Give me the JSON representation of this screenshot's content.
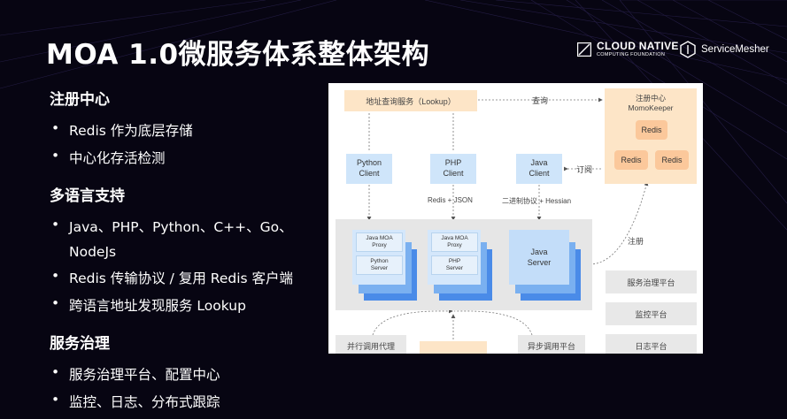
{
  "title": "MOA 1.0微服务体系整体架构",
  "logos": {
    "cncf_line1": "CLOUD NATIVE",
    "cncf_line2": "COMPUTING FOUNDATION",
    "servicemesher": "ServiceMesher"
  },
  "sections": [
    {
      "heading": "注册中心",
      "items": [
        "Redis 作为底层存储",
        "中心化存活检测"
      ]
    },
    {
      "heading": "多语言支持",
      "items": [
        "Java、PHP、Python、C++、Go、",
        "NodeJs",
        "Redis 传输协议 / 复用 Redis 客户端",
        "跨语言地址发现服务 Lookup"
      ]
    },
    {
      "heading": "服务治理",
      "items": [
        "服务治理平台、配置中心",
        "监控、日志、分布式跟踪"
      ]
    }
  ],
  "diagram": {
    "lookup": "地址查询服务（Lookup）",
    "query": "查询",
    "registry_title": "注册中心",
    "registry_sub": "MomoKeeper",
    "redis": "Redis",
    "subscribe": "订阅",
    "register": "注册",
    "python_client": [
      "Python",
      "Client"
    ],
    "php_client": [
      "PHP",
      "Client"
    ],
    "java_client": [
      "Java",
      "Client"
    ],
    "redis_json": "Redis + JSON",
    "binary_hessian": "二进制协议 + Hessian",
    "java_moa_proxy": [
      "Java MOA",
      "Proxy"
    ],
    "python_server": [
      "Python",
      "Server"
    ],
    "php_server": [
      "PHP",
      "Server"
    ],
    "java_server": [
      "Java",
      "Server"
    ],
    "right_platforms": [
      "服务治理平台",
      "监控平台",
      "日志平台"
    ],
    "bottom_left": "并行调用代理",
    "bottom_right": "异步调用平台"
  },
  "colors": {
    "background": "#070512",
    "orange_box": "#fde5c7",
    "blue_box": "#cfe5fa",
    "server_blue": "#4a8be8",
    "gray_box": "#e8e8e8"
  }
}
